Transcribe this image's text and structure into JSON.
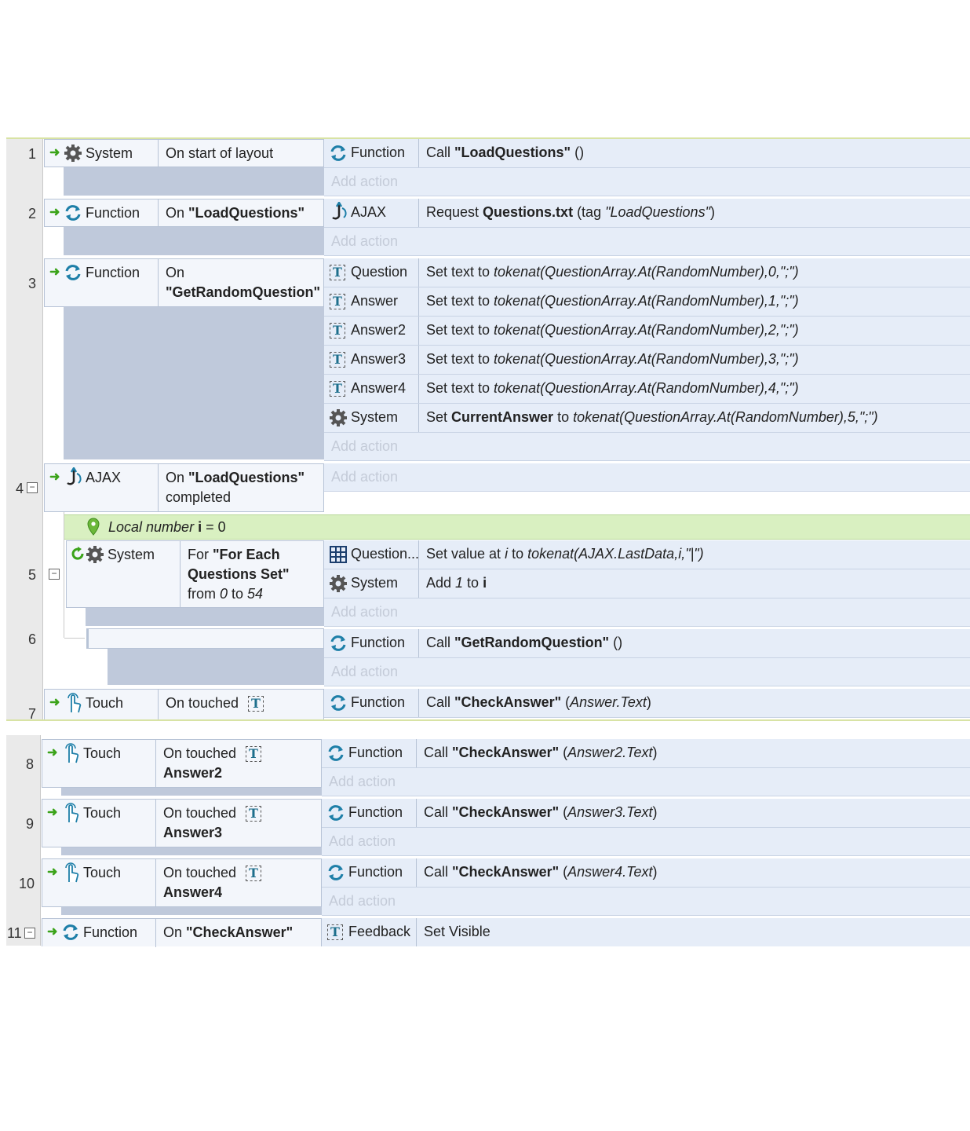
{
  "colors": {
    "accent_green": "#3ba31a",
    "row_bg": "#e6edf8",
    "cond_bg": "#f3f6fb",
    "var_bg": "#d9f0c1",
    "shade": "#bfc9db"
  },
  "icons": {
    "trigger": "green-arrow-icon",
    "system": "gear-icon",
    "function": "function-cycle-icon",
    "ajax": "ajax-icon",
    "text": "text-object-icon",
    "touch": "touch-hand-icon",
    "array": "array-grid-icon",
    "local": "location-pin-icon",
    "loop": "loop-icon",
    "collapse": "collapse-minus-icon"
  },
  "add_action_label": "Add action",
  "events": [
    {
      "num": "1",
      "object": "System",
      "condition": "On start of layout",
      "actions": [
        {
          "object": "Function",
          "text_pre": "Call ",
          "text_bold": "\"LoadQuestions\"",
          "text_post": " ()"
        }
      ]
    },
    {
      "num": "2",
      "object": "Function",
      "cond_pre": "On ",
      "cond_bold": "\"LoadQuestions\"",
      "actions": [
        {
          "object": "AJAX",
          "text_pre": "Request ",
          "text_bold": "Questions.txt",
          "text_post": " (tag ",
          "text_ital": "\"LoadQuestions\"",
          "text_end": ")"
        }
      ]
    },
    {
      "num": "3",
      "object": "Function",
      "cond_line1": "On",
      "cond_line2": "\"GetRandomQuestion\"",
      "actions": [
        {
          "object": "Question",
          "text_pre": "Set text to ",
          "text_ital": "tokenat(QuestionArray.At(RandomNumber),0,\";\")"
        },
        {
          "object": "Answer",
          "text_pre": "Set text to ",
          "text_ital": "tokenat(QuestionArray.At(RandomNumber),1,\";\")"
        },
        {
          "object": "Answer2",
          "text_pre": "Set text to ",
          "text_ital": "tokenat(QuestionArray.At(RandomNumber),2,\";\")"
        },
        {
          "object": "Answer3",
          "text_pre": "Set text to ",
          "text_ital": "tokenat(QuestionArray.At(RandomNumber),3,\";\")"
        },
        {
          "object": "Answer4",
          "text_pre": "Set text to ",
          "text_ital": "tokenat(QuestionArray.At(RandomNumber),4,\";\")"
        },
        {
          "object": "System",
          "text_pre": "Set ",
          "text_bold": "CurrentAnswer",
          "text_mid": " to ",
          "text_ital": "tokenat(QuestionArray.At(RandomNumber),5,\";\")"
        }
      ]
    },
    {
      "num": "4",
      "object": "AJAX",
      "cond_pre": "On ",
      "cond_bold": "\"LoadQuestions\"",
      "cond_line2": "completed"
    },
    {
      "local_var": {
        "label_ital": "Local number ",
        "name": "i",
        "value": " = 0"
      }
    },
    {
      "num": "5",
      "object": "System",
      "cond_pre": "For ",
      "cond_bold1": "\"For Each",
      "cond_bold2": "Questions Set\"",
      "cond_line3_pre": "from ",
      "cond_from": "0",
      "cond_to_word": " to ",
      "cond_to": "54",
      "actions": [
        {
          "object": "Question...",
          "text_pre": "Set value at ",
          "text_ital": "i",
          "text_mid": " to ",
          "text_ital2": "tokenat(AJAX.LastData,i,\"|\")"
        },
        {
          "object": "System",
          "text_pre": "Add ",
          "text_ital": "1",
          "text_mid": " to ",
          "text_bold": "i"
        }
      ]
    },
    {
      "num": "6",
      "actions": [
        {
          "object": "Function",
          "text_pre": "Call ",
          "text_bold": "\"GetRandomQuestion\"",
          "text_post": " ()"
        }
      ]
    },
    {
      "num": "7",
      "object": "Touch",
      "cond_pre": "On touched",
      "actions": [
        {
          "object": "Function",
          "text_pre": "Call ",
          "text_bold": "\"CheckAnswer\"",
          "text_post": " (",
          "text_ital": "Answer.Text",
          "text_end": ")"
        }
      ]
    },
    {
      "num": "8",
      "object": "Touch",
      "cond_pre": "On touched",
      "cond_bold": "Answer2",
      "actions": [
        {
          "object": "Function",
          "text_pre": "Call ",
          "text_bold": "\"CheckAnswer\"",
          "text_post": " (",
          "text_ital": "Answer2.Text",
          "text_end": ")"
        }
      ]
    },
    {
      "num": "9",
      "object": "Touch",
      "cond_pre": "On touched",
      "cond_bold": "Answer3",
      "actions": [
        {
          "object": "Function",
          "text_pre": "Call ",
          "text_bold": "\"CheckAnswer\"",
          "text_post": " (",
          "text_ital": "Answer3.Text",
          "text_end": ")"
        }
      ]
    },
    {
      "num": "10",
      "object": "Touch",
      "cond_pre": "On touched",
      "cond_bold": "Answer4",
      "actions": [
        {
          "object": "Function",
          "text_pre": "Call ",
          "text_bold": "\"CheckAnswer\"",
          "text_post": " (",
          "text_ital": "Answer4.Text",
          "text_end": ")"
        }
      ]
    },
    {
      "num": "11",
      "object": "Function",
      "cond_pre": "On ",
      "cond_bold": "\"CheckAnswer\"",
      "actions": [
        {
          "object": "Feedback",
          "text_pre": "Set Visible"
        }
      ]
    }
  ]
}
